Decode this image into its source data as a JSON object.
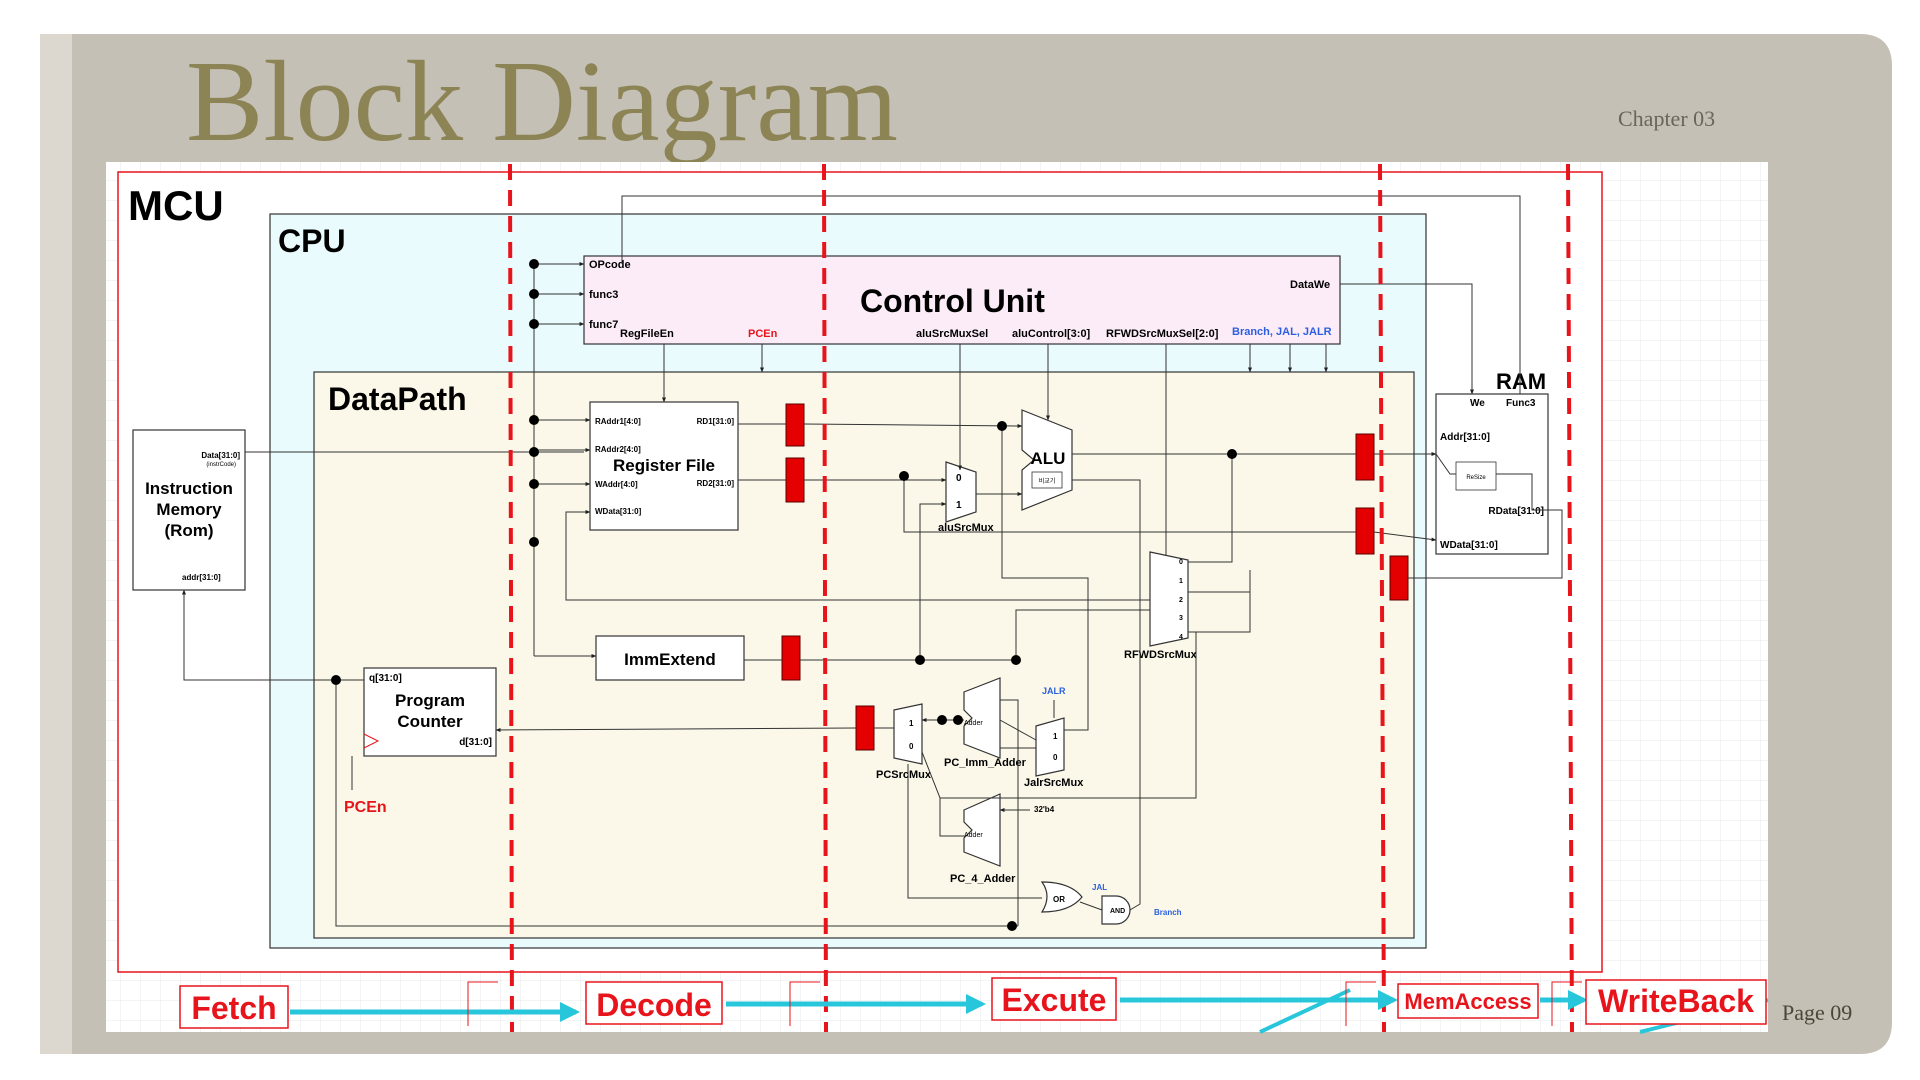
{
  "slide": {
    "title": "Block Diagram",
    "chapter": "Chapter 03",
    "page": "Page 09"
  },
  "colors": {
    "background": "#c5c0b6",
    "title": "#8c8455",
    "stage_red": "#e8141c",
    "arrow_cyan": "#27c6da",
    "cpu_fill": "#e9fbfd",
    "datapath_fill": "#fbf8e9",
    "control_fill": "#fcecf8",
    "pipeline_reg": "#e40000",
    "signal_blue": "#2b5fe0"
  },
  "diagram": {
    "mcu": "MCU",
    "cpu": "CPU",
    "datapath": "DataPath",
    "control_unit": {
      "name": "Control Unit",
      "in_opcode": "OPcode",
      "in_func3": "func3",
      "in_func7": "func7",
      "out_regfileen": "RegFileEn",
      "out_pcen": "PCEn",
      "out_alusrcmuxsel": "aluSrcMuxSel",
      "out_alucontrol": "aluControl[3:0]",
      "out_rfwdsrcmuxsel": "RFWDSrcMuxSel[2:0]",
      "out_branch": "Branch, JAL, JALR",
      "out_datawe": "DataWe"
    },
    "instruction_memory": {
      "line1": "Instruction",
      "line2": "Memory",
      "line3": "(Rom)",
      "data": "Data[31:0]",
      "instrcode": "(instrCode)",
      "addr": "addr[31:0]"
    },
    "register_file": {
      "name": "Register File",
      "raddr1": "RAddr1[4:0]",
      "raddr2": "RAddr2[4:0]",
      "waddr": "WAddr[4:0]",
      "wdata": "WData[31:0]",
      "rd1": "RD1[31:0]",
      "rd2": "RD2[31:0]"
    },
    "alu": {
      "name": "ALU",
      "inner": "비교기"
    },
    "alusrcmux": {
      "name": "aluSrcMux",
      "in0": "0",
      "in1": "1"
    },
    "immextend": "ImmExtend",
    "ram": {
      "name": "RAM",
      "we": "We",
      "func3": "Func3",
      "addr": "Addr[31:0]",
      "wdata": "WData[31:0]",
      "rdata": "RData[31:0]",
      "resize": "ReSize"
    },
    "rfwdsrcmux": {
      "name": "RFWDSrcMux",
      "inputs": [
        "0",
        "1",
        "2",
        "3",
        "4"
      ]
    },
    "program_counter": {
      "line1": "Program",
      "line2": "Counter",
      "q": "q[31:0]",
      "d": "d[31:0]",
      "pcen": "PCEn"
    },
    "pcsrcmux": {
      "name": "PCSrcMux",
      "in1": "1",
      "in0": "0"
    },
    "pc_imm_adder": {
      "name": "PC_Imm_Adder",
      "inner": "Adder"
    },
    "jalrsrcmux": {
      "name": "JalrSrcMux",
      "in1": "1",
      "in0": "0",
      "sel": "JALR"
    },
    "pc_4_adder": {
      "name": "PC_4_Adder",
      "inner": "Adder",
      "const": "32'b4"
    },
    "or_gate": {
      "name": "OR",
      "in": "JAL"
    },
    "and_gate": {
      "name": "AND",
      "in": "Branch"
    }
  },
  "stages": [
    "Fetch",
    "Decode",
    "Excute",
    "MemAccess",
    "WriteBack"
  ]
}
